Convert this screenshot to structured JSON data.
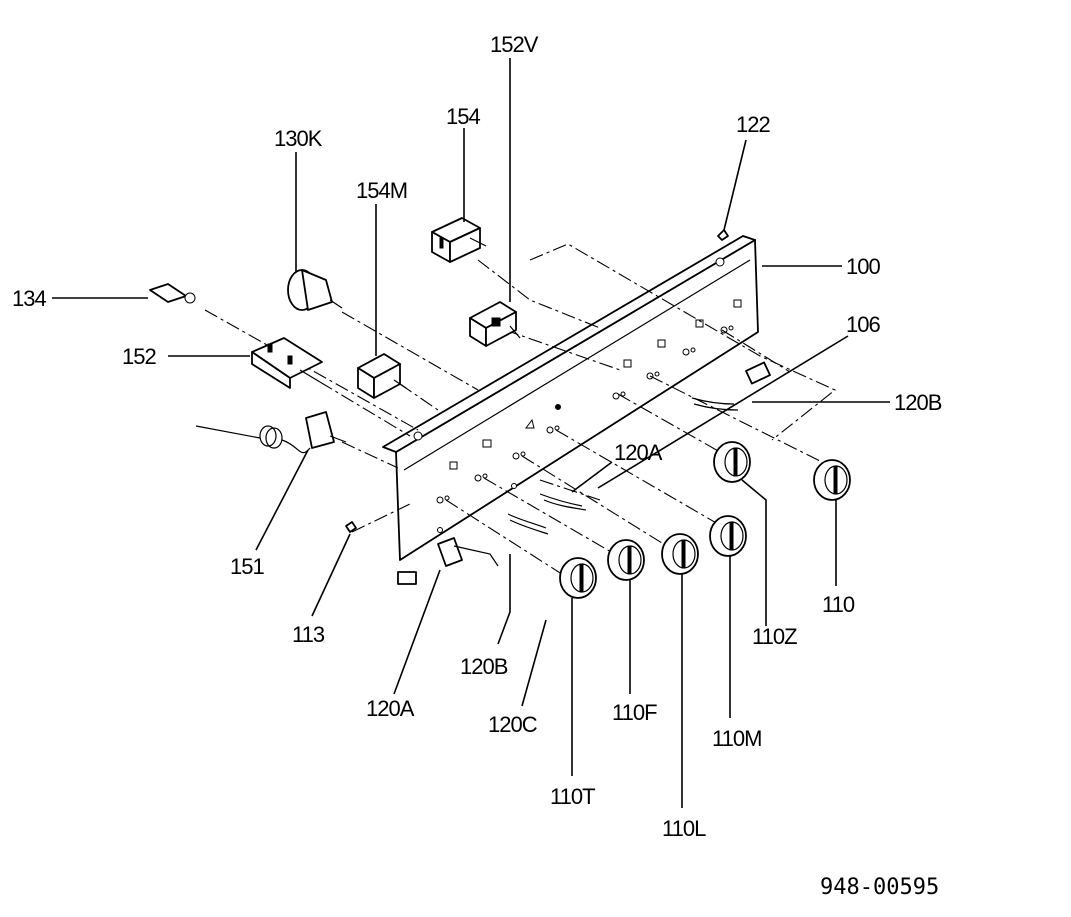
{
  "labels": {
    "l_152V": "152V",
    "l_154": "154",
    "l_130K": "130K",
    "l_154M": "154M",
    "l_122": "122",
    "l_100": "100",
    "l_134": "134",
    "l_106": "106",
    "l_152": "152",
    "l_120B_r": "120B",
    "l_120A_m": "120A",
    "l_151": "151",
    "l_110": "110",
    "l_113": "113",
    "l_110Z": "110Z",
    "l_120B_b": "120B",
    "l_110F": "110F",
    "l_120A_b": "120A",
    "l_120C": "120C",
    "l_110M": "110M",
    "l_110T": "110T",
    "l_110L": "110L"
  },
  "catalog_number": "948-00595"
}
